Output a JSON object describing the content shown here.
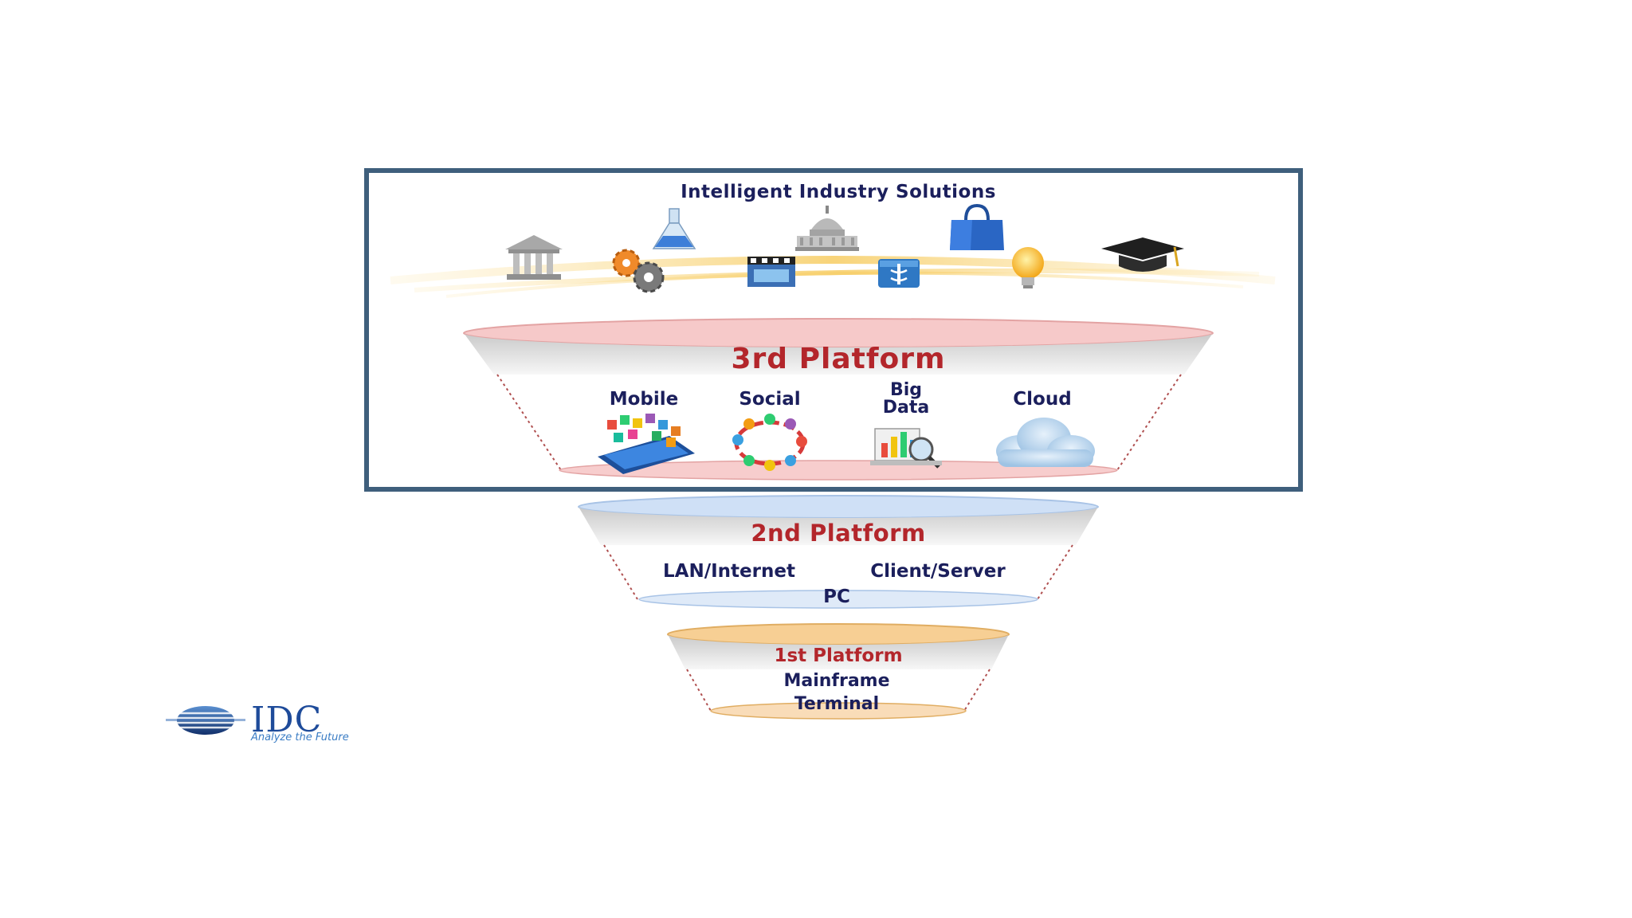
{
  "industry": {
    "title": "Intelligent Industry Solutions"
  },
  "platform3": {
    "title": "3rd Platform",
    "items": [
      "Mobile",
      "Social",
      "Big Data",
      "Cloud"
    ],
    "bigdata_line1": "Big",
    "bigdata_line2": "Data"
  },
  "platform2": {
    "title": "2nd Platform",
    "items": [
      "LAN/Internet",
      "Client/Server"
    ],
    "device": "PC"
  },
  "platform1": {
    "title": "1st Platform",
    "items": [
      "Mainframe",
      "Terminal"
    ]
  },
  "logo": {
    "name": "IDC",
    "tagline": "Analyze the Future"
  },
  "colors": {
    "frame_border": "#3f5f7c",
    "title_red": "#b3262b",
    "text_navy": "#1b1f5c",
    "platform3_rim": "#f6c9c9",
    "platform2_rim": "#cfe0f6",
    "platform1_rim": "#f7cf94",
    "band_gray": "#d4d4d4"
  },
  "icons": [
    "bank-icon",
    "gears-icon",
    "flask-icon",
    "film-icon",
    "capitol-icon",
    "medical-icon",
    "shopping-bag-icon",
    "lightbulb-icon",
    "graduation-cap-icon",
    "mobile-apps-icon",
    "social-network-icon",
    "big-data-icon",
    "cloud-icon",
    "idc-globe-icon"
  ]
}
